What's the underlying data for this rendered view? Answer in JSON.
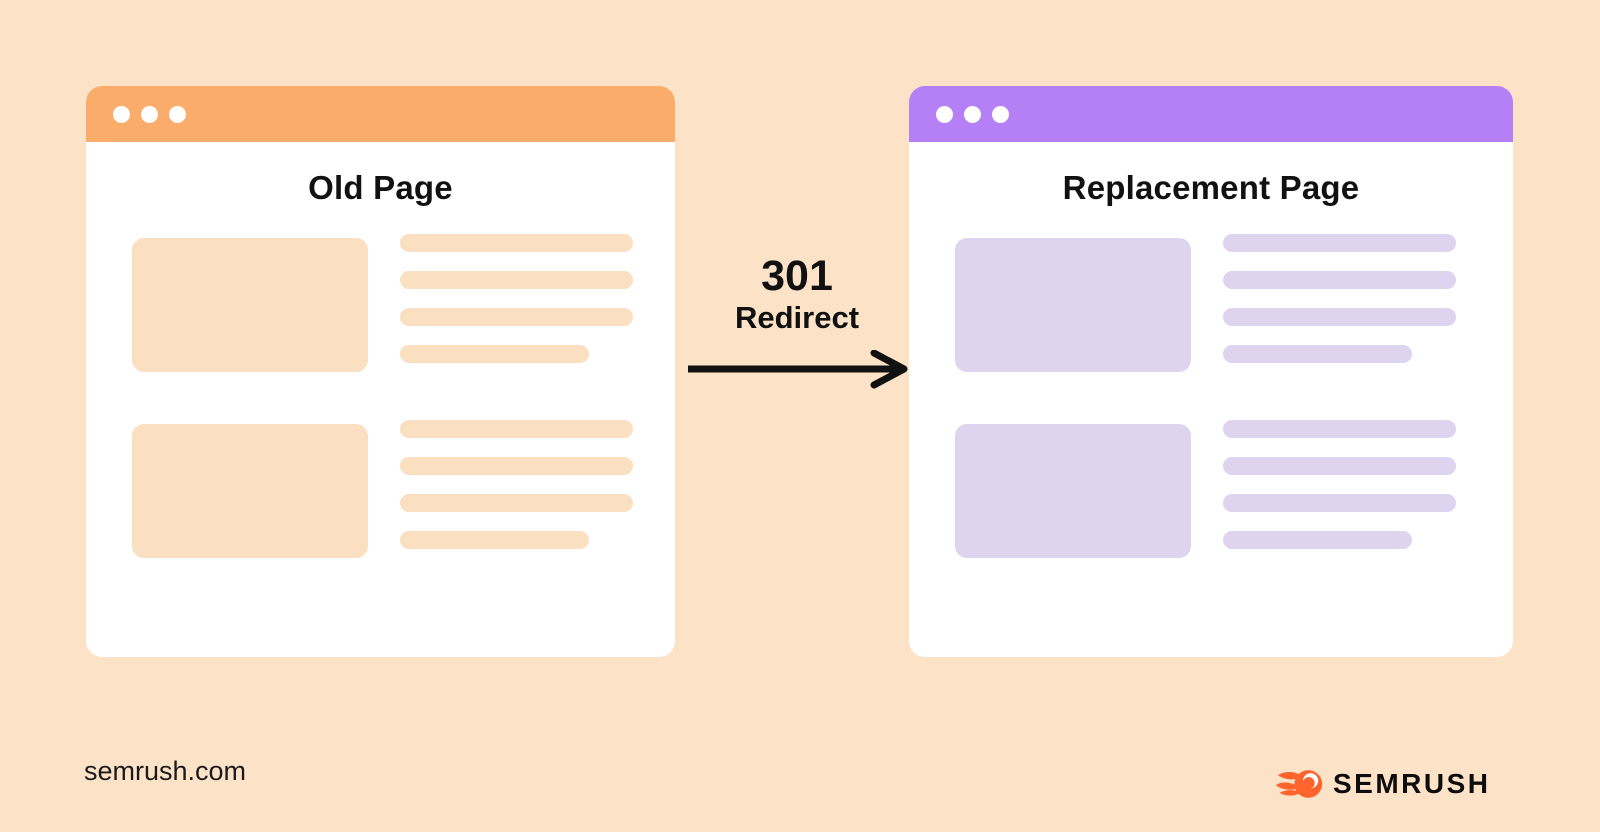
{
  "colors": {
    "bg": "#FCE3C8",
    "window-bg": "#FFFFFF",
    "orange-header": "#FAAD6B",
    "peach-block": "#FBDFC1",
    "purple-header": "#B57FF6",
    "lavender-block": "#DED4EF",
    "ink": "#111111",
    "logo-orange": "#FF642D"
  },
  "old_window": {
    "title": "Old Page"
  },
  "new_window": {
    "title": "Replacement Page"
  },
  "redirect": {
    "code": "301",
    "label": "Redirect"
  },
  "footer": {
    "site": "semrush.com",
    "brand": "SEMRUSH"
  }
}
